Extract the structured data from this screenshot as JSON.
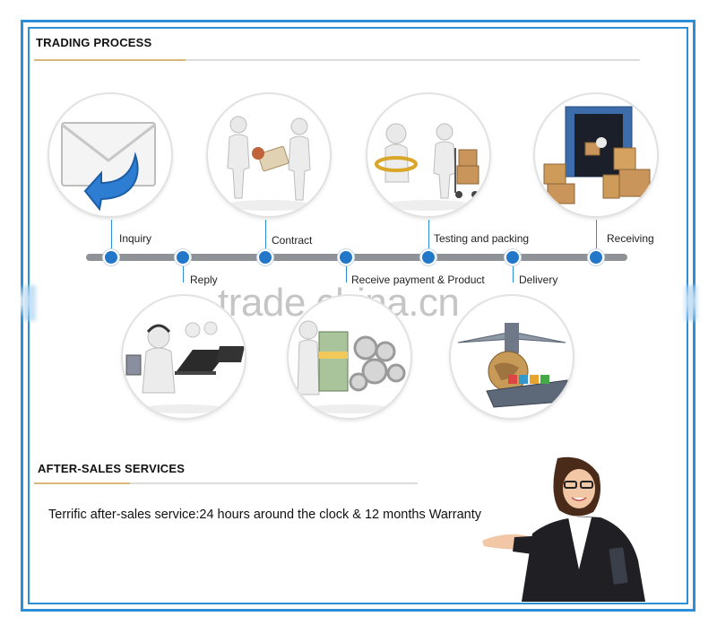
{
  "sections": {
    "trading_title": "TRADING PROCESS",
    "aftersales_title": "AFTER-SALES SERVICES"
  },
  "steps_top": [
    {
      "label": "Inquiry",
      "icon": "envelope-reply-icon"
    },
    {
      "label": "Contract",
      "icon": "handshake-contract-icon"
    },
    {
      "label": "Testing and packing",
      "icon": "inspection-packing-icon"
    },
    {
      "label": "Receiving",
      "icon": "container-boxes-icon"
    }
  ],
  "steps_bottom": [
    {
      "label": "Reply",
      "icon": "call-center-icon"
    },
    {
      "label": "Receive payment & Product",
      "icon": "money-production-icon"
    },
    {
      "label": "Delivery",
      "icon": "shipping-globe-icon"
    }
  ],
  "service_text": "Terrific after-sales service:24 hours around the clock & 12 months Warranty",
  "watermark": "trade.china.cn",
  "colors": {
    "frame": "#2a8fd6",
    "dot": "#2277c9",
    "track": "#8f9297",
    "rule_accent": "#d7b77a"
  }
}
